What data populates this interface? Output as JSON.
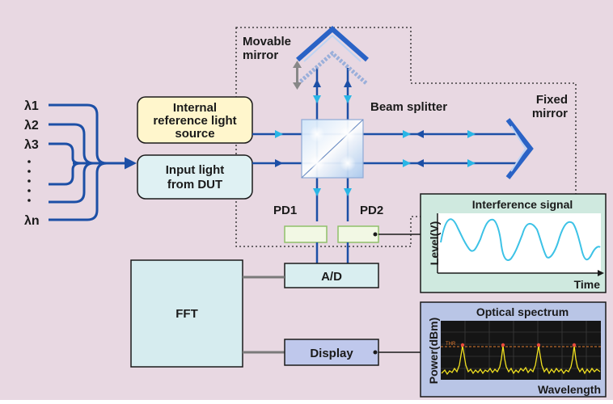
{
  "labels": {
    "movable_mirror": [
      "Movable",
      "mirror"
    ],
    "beam_splitter": "Beam splitter",
    "fixed_mirror": [
      "Fixed",
      "mirror"
    ],
    "pd1": "PD1",
    "pd2": "PD2"
  },
  "wavelengths": [
    "λ1",
    "λ2",
    "λ3",
    "λn"
  ],
  "boxes": {
    "reference": [
      "Internal",
      "reference light",
      "source"
    ],
    "input": [
      "Input light",
      "from DUT"
    ],
    "ad": "A/D",
    "fft": "FFT",
    "display": "Display"
  },
  "interference_panel": {
    "title": "Interference signal",
    "ylabel": "Level(V)",
    "xlabel": "Time"
  },
  "spectrum_panel": {
    "title": "Optical spectrum",
    "ylabel": "Power(dBm)",
    "xlabel": "Wavelength",
    "threshold_label": "THR"
  },
  "colors": {
    "background": "#e8d8e2",
    "beam": "#1c4fa6",
    "arrow_light": "#29b6e6",
    "reference_box": "#fff6cc",
    "input_box": "#dff1f3",
    "fft_box": "#d6ecef",
    "ad_box": "#d9eef0",
    "display_box": "#bfc8ec",
    "interference_bg": "#cfe9df",
    "spectrum_bg": "#b9c5e6",
    "signal_line": "#3cc2e6",
    "spectrum_line": "#f0e020"
  }
}
